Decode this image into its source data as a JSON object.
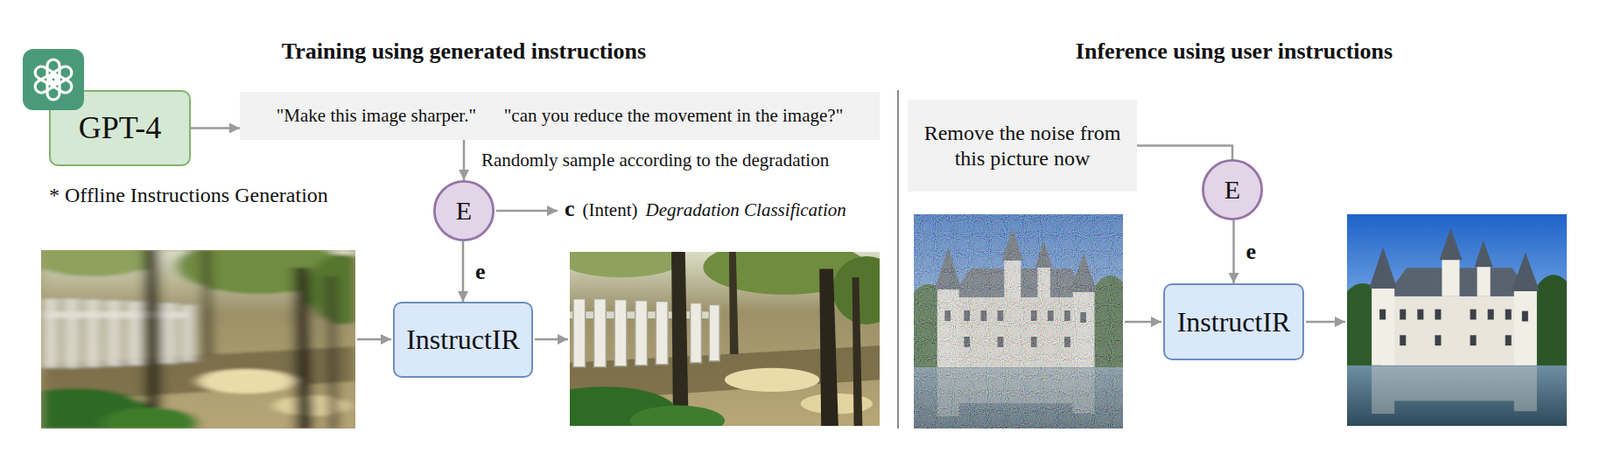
{
  "diagram": {
    "nodes": [
      {
        "text": [
          "GPT-4"
        ]
      },
      {
        "text": [
          "\"Make this image sharper.\"",
          "\"can you reduce the movement in the image?\""
        ]
      },
      {
        "text": [
          "E"
        ]
      },
      {
        "text": [
          "InstructIR"
        ]
      },
      {
        "text": [
          "Remove the noise from this picture now"
        ]
      },
      {
        "text": [
          "E"
        ]
      },
      {
        "text": [
          "InstructIR"
        ]
      }
    ],
    "edges": [
      {
        "from": 0,
        "to": 1,
        "arrow": "to"
      },
      {
        "from": 1,
        "to": 2,
        "label": "Randomly sample according to the degradation",
        "arrow": "to"
      },
      {
        "from": 2,
        "to": 3,
        "label": "e",
        "arrow": "to"
      },
      {
        "from": 4,
        "to": 5,
        "arrow": "none"
      },
      {
        "from": 5,
        "to": 6,
        "label": "e",
        "arrow": "to"
      }
    ],
    "labels": [
      "Training using generated instructions",
      "* Offline Instructions Generation",
      "c",
      "(Intent)",
      "Degradation Classification",
      "Inference using user instructions"
    ]
  }
}
